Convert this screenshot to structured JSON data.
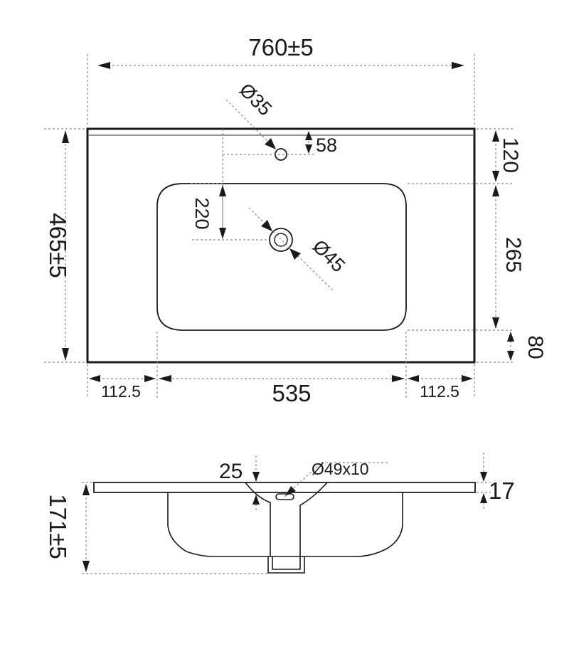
{
  "top_view": {
    "width_dim": "760±5",
    "depth_dim": "465±5",
    "tap_hole_dia": "Ø35",
    "tap_offset": "58",
    "drain_offset": "220",
    "drain_dia": "Ø45",
    "right_top": "120",
    "right_mid": "265",
    "right_bottom": "80",
    "bottom_left": "112.5",
    "bottom_mid": "535",
    "bottom_right": "112.5"
  },
  "side_view": {
    "dim_25": "25",
    "overflow_dim": "Ø49x10",
    "top_thickness": "17",
    "height_dim": "171±5"
  }
}
